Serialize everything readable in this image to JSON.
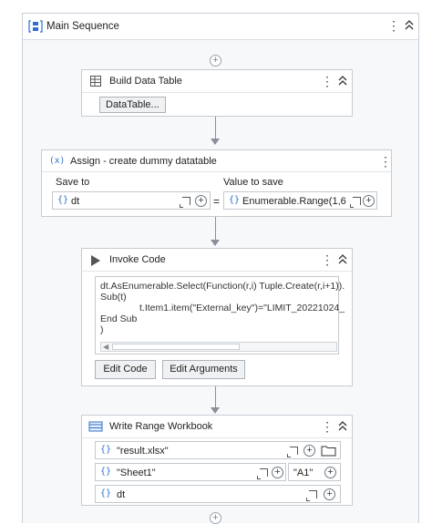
{
  "sequence": {
    "title": "Main Sequence"
  },
  "build_data_table": {
    "title": "Build Data Table",
    "button_label": "DataTable..."
  },
  "assign": {
    "title": "Assign - create dummy datatable",
    "save_to_label": "Save to",
    "value_to_save_label": "Value to save",
    "save_to_value": "dt",
    "equals": "=",
    "value_value": "Enumerable.Range(1,6"
  },
  "invoke_code": {
    "title": "Invoke Code",
    "code_lines": [
      "dt.AsEnumerable.Select(Function(r,i) Tuple.Create(r,i+1)).",
      "Sub(t)",
      "t.Item1.item(\"External_key\")=\"LIMIT_20221024_",
      "End Sub",
      ")"
    ],
    "edit_code_label": "Edit Code",
    "edit_arguments_label": "Edit Arguments"
  },
  "write_range": {
    "title": "Write Range Workbook",
    "workbook_value": "\"result.xlsx\"",
    "sheet_value": "\"Sheet1\"",
    "start_cell_value": "\"A1\"",
    "datatable_value": "dt"
  },
  "icons": {
    "plus": "+",
    "kebab": "⋮",
    "brace": "{}"
  }
}
